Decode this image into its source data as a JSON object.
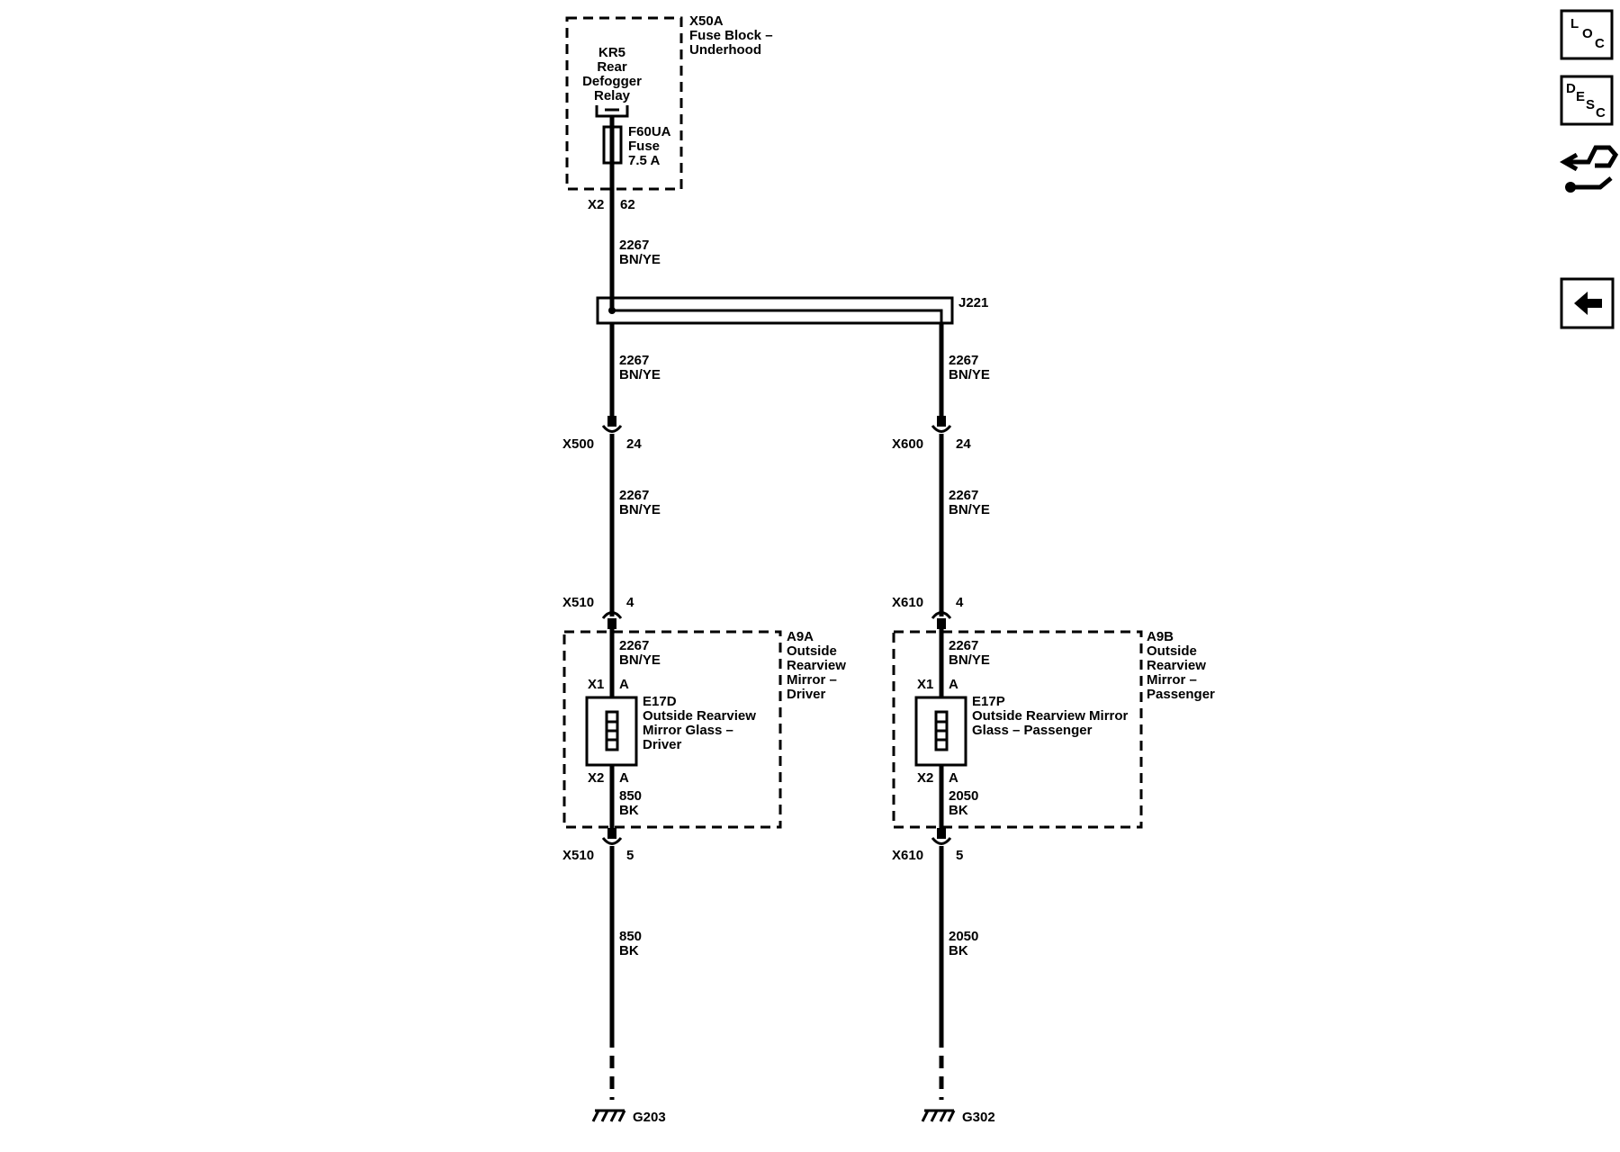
{
  "fuse_block": {
    "id": "X50A",
    "name_line1": "Fuse Block –",
    "name_line2": "Underhood",
    "connector": "X2",
    "pin": "62"
  },
  "relay": {
    "id": "KR5",
    "line1": "Rear",
    "line2": "Defogger",
    "line3": "Relay"
  },
  "fuse": {
    "id": "F60UA",
    "type": "Fuse",
    "rating": "7.5 A"
  },
  "splice": {
    "id": "J221"
  },
  "wire_supply": {
    "circuit": "2267",
    "color": "BN/YE"
  },
  "driver": {
    "inline1": {
      "id": "X500",
      "pin": "24"
    },
    "inline2": {
      "id": "X510",
      "pin": "4"
    },
    "inline3": {
      "id": "X510",
      "pin": "5"
    },
    "module": {
      "id": "A9A",
      "line1": "Outside",
      "line2": "Rearview",
      "line3": "Mirror –",
      "line4": "Driver"
    },
    "element": {
      "id": "E17D",
      "line1": "Outside Rearview",
      "line2": "Mirror Glass –",
      "line3": "Driver"
    },
    "conn_top": {
      "id": "X1",
      "pin": "A"
    },
    "conn_bot": {
      "id": "X2",
      "pin": "A"
    },
    "ground_wire": {
      "circuit": "850",
      "color": "BK"
    },
    "ground": "G203"
  },
  "passenger": {
    "inline1": {
      "id": "X600",
      "pin": "24"
    },
    "inline2": {
      "id": "X610",
      "pin": "4"
    },
    "inline3": {
      "id": "X610",
      "pin": "5"
    },
    "module": {
      "id": "A9B",
      "line1": "Outside",
      "line2": "Rearview",
      "line3": "Mirror –",
      "line4": "Passenger"
    },
    "element": {
      "id": "E17P",
      "line1": "Outside Rearview Mirror",
      "line2": "Glass – Passenger"
    },
    "conn_top": {
      "id": "X1",
      "pin": "A"
    },
    "conn_bot": {
      "id": "X2",
      "pin": "A"
    },
    "ground_wire": {
      "circuit": "2050",
      "color": "BK"
    },
    "ground": "G302"
  },
  "side_buttons": {
    "loc": {
      "l1": "L",
      "l2": "O",
      "l3": "C"
    },
    "desc": {
      "l1": "D",
      "l2": "E",
      "l3": "S",
      "l4": "C"
    }
  }
}
